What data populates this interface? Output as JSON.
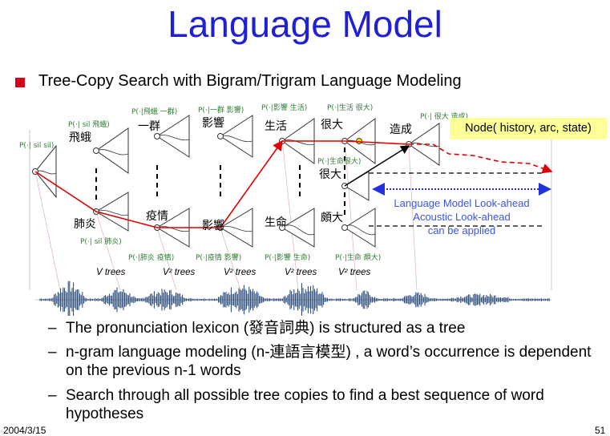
{
  "slide": {
    "title": "Language Model",
    "main_bullet": "Tree-Copy Search with Bigram/Trigram Language Modeling",
    "subs": [
      "The pronunciation lexicon (發音詞典) is structured as a tree",
      "n-gram language modeling (n-連語言模型) , a word’s occurrence is dependent on the previous n-1 words",
      "Search through all possible tree copies to find a best sequence of word hypotheses"
    ],
    "dash": "–",
    "footer_left": "2004/3/15",
    "footer_right": "51"
  },
  "diagram": {
    "node_label": "Node( history, arc, state)",
    "lookahead": [
      "Language Model Look-ahead",
      "Acoustic Look-ahead",
      "can be applied"
    ],
    "top_probs": [
      "P(·| sil sil)",
      "P(·| sil 飛蛾)",
      "P(·|飛蛾 一群)",
      "P(·|一群 影響)",
      "P(·|影響 生活)",
      "P(·|生活 很大)",
      "P(·| 很大 造成)"
    ],
    "top_words": [
      "飛蛾",
      "一群",
      "影響",
      "生活",
      "很大",
      "造成"
    ],
    "mid_prob": "P(·|生命很大)",
    "mid_word": "很大",
    "bottom_words": [
      "肺炎",
      "疫情",
      "影響",
      "生命",
      "頗大"
    ],
    "bottom_probs": [
      "P(·| sil 肺炎)",
      "P(·|肺炎 疫情)",
      "P(·|疫情 影響)",
      "P(·|影響 生命)",
      "P(·|生命 頗大)"
    ],
    "tree_counts": [
      "V trees",
      "V² trees",
      "V² trees",
      "V² trees",
      "V² trees"
    ]
  },
  "colors": {
    "title": "#1f1fd6",
    "bullet": "#d6001c",
    "path": "#e00000",
    "prob": "#2e7d32",
    "lookahead": "#3a55e8",
    "node_box": "#ffff99"
  }
}
